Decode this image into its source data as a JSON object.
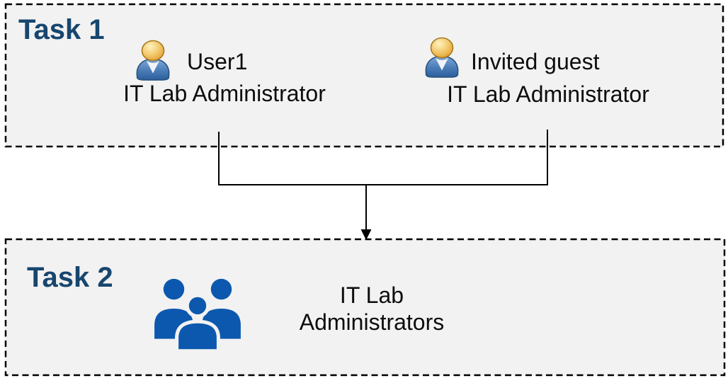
{
  "diagram": {
    "task1": {
      "label": "Task 1",
      "users": [
        {
          "name": "User1",
          "role": "IT Lab Administrator",
          "icon": "person-icon"
        },
        {
          "name": "Invited guest",
          "role": "IT Lab Administrator",
          "icon": "person-icon"
        }
      ]
    },
    "task2": {
      "label": "Task 2",
      "group": {
        "line1": "IT Lab",
        "line2": "Administrators",
        "icon": "people-group-icon"
      }
    },
    "connector": {
      "type": "merge-arrow"
    }
  },
  "colors": {
    "box_background": "#f2f2f2",
    "box_border": "#000000",
    "task_label": "#17466E",
    "body_text": "#0d0d0d",
    "group_icon_blue": "#0C58AE",
    "person_body_blue": "#31669F",
    "person_head_gold": "#E9A93F",
    "connector_line": "#000000"
  }
}
